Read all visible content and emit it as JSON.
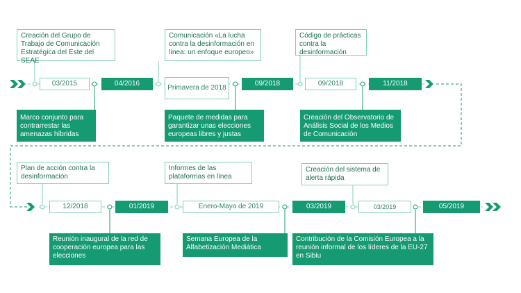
{
  "timeline": {
    "colors": {
      "primary": "#159a72",
      "border": "#7fd1b2",
      "text": "#1d6e55"
    },
    "row1": {
      "above": [
        "Creación del Grupo de Trabajo de Comunicación Estratégica del Este del SEAE",
        "Comunicación «La lucha contra la desinformación en línea: un enfoque europeo»",
        "Código de prácticas contra la desinformación"
      ],
      "dates": [
        "03/2015",
        "04/2016",
        "Primavera de 2018",
        "09/2018",
        "09/2018",
        "11/2018"
      ],
      "below": [
        "Marco conjunto para contrarrestar las amenazas híbridas",
        "Paquete de medidas para garantizar unas elecciones europeas libres y justas",
        "Creación del Observatorio de Análisis Social de los Medios de Comunicación"
      ]
    },
    "row2": {
      "above": [
        "Plan de acción contra la desinformación",
        "Informes de las plataformas en línea",
        "Creación del sistema de alerta rápida"
      ],
      "dates": [
        "12/2018",
        "01/2019",
        "Enero-Mayo de 2019",
        "03/2019",
        "03/2019",
        "05/2019"
      ],
      "below": [
        "Reunión inaugural de la red de cooperación europea para las elecciones",
        "Semana Europea de la Alfabetización Mediática",
        "Contribución de la Comisión Europea a la reunión informal de los líderes de la EU-27 en Sibiu"
      ]
    }
  }
}
